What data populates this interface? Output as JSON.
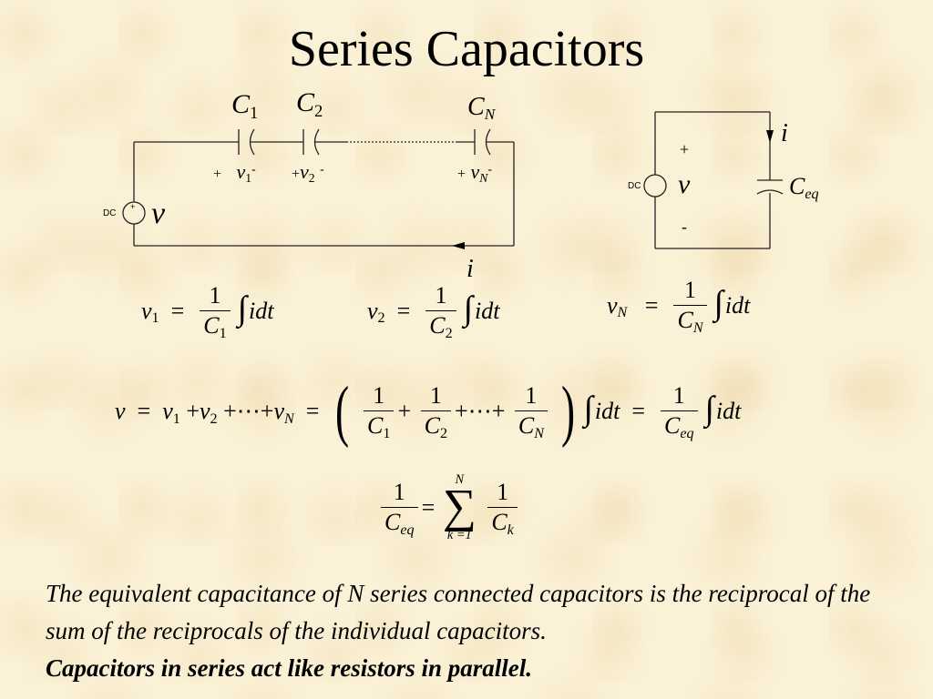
{
  "title": "Series Capacitors",
  "circuit_left": {
    "caps": [
      {
        "letter": "C",
        "sub": "1"
      },
      {
        "letter": "C",
        "sub": "2"
      },
      {
        "letter": "C",
        "sub": "N"
      }
    ],
    "voltages": [
      {
        "plus": "+",
        "letter": "v",
        "sub": "1",
        "minus": "-"
      },
      {
        "plus": "+",
        "letter": "v",
        "sub": "2",
        "minus": "-"
      },
      {
        "plus": "+",
        "letter": "v",
        "sub": "N",
        "minus": "-"
      }
    ],
    "source_label": "DC",
    "source_voltage": "v",
    "current": "i"
  },
  "circuit_right": {
    "source_label": "DC",
    "plus": "+",
    "minus": "-",
    "voltage": "v",
    "current": "i",
    "cap": {
      "letter": "C",
      "sub": "eq"
    }
  },
  "equations": {
    "v1": {
      "lhs": "v",
      "lhs_sub": "1",
      "num": "1",
      "den": "C",
      "den_sub": "1",
      "tail": "idt"
    },
    "v2": {
      "lhs": "v",
      "lhs_sub": "2",
      "num": "1",
      "den": "C",
      "den_sub": "2",
      "tail": "idt"
    },
    "vN": {
      "lhs": "v",
      "lhs_sub": "N",
      "num": "1",
      "den": "C",
      "den_sub": "N",
      "tail": "idt"
    },
    "sum_line": {
      "lhs": "v",
      "v": "v",
      "s1": "1",
      "s2": "2",
      "sN": "N",
      "dots": "⋯",
      "num": "1",
      "den": "C",
      "eq_sub": "eq",
      "tail": "idt"
    },
    "ceq_line": {
      "num": "1",
      "den": "C",
      "den_sub": "eq",
      "upper": "N",
      "lower": "k =1",
      "den_k": "k"
    }
  },
  "paragraph": {
    "text": "The equivalent capacitance of N series connected capacitors is the reciprocal of the sum of the reciprocals of the individual capacitors.",
    "bold": "Capacitors in series act like resistors in parallel."
  }
}
